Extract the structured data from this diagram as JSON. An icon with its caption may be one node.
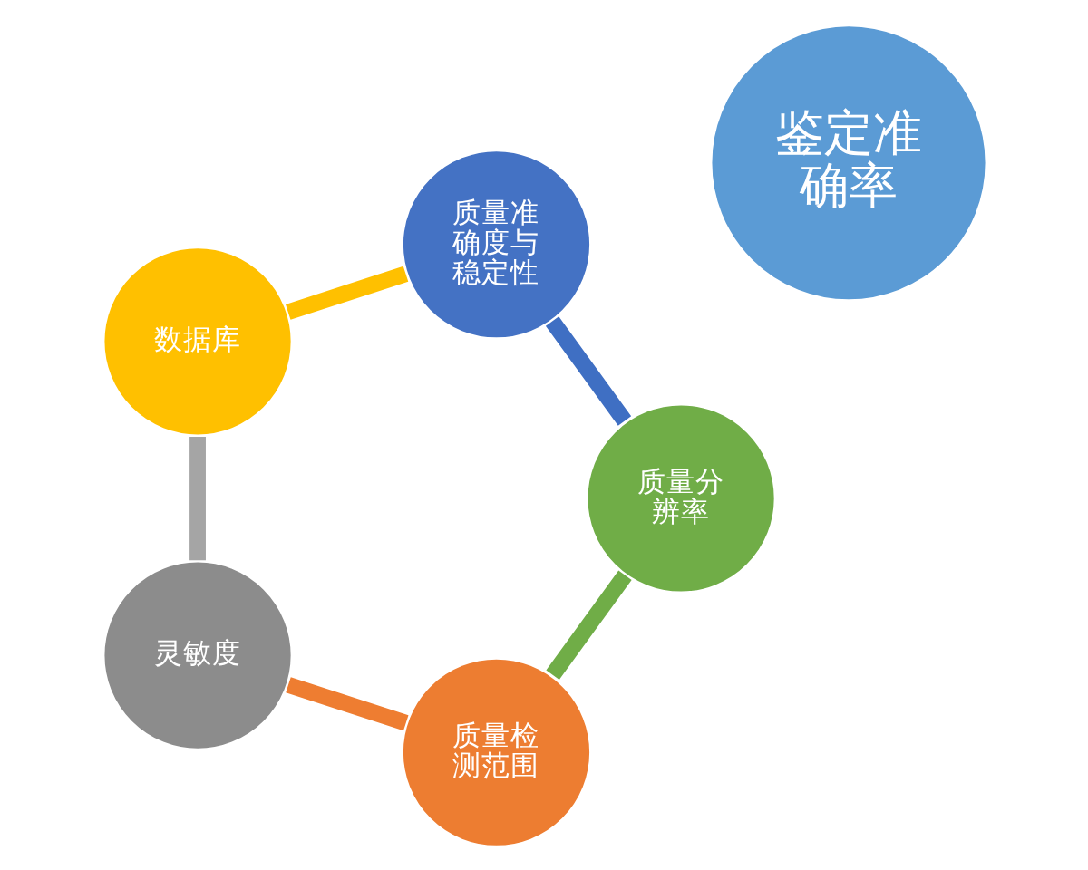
{
  "diagram": {
    "nodes": [
      {
        "text": [
          "质量检测范围"
        ]
      },
      {
        "text": [
          "质量分辨率"
        ]
      },
      {
        "text": [
          "鉴定准确率"
        ]
      },
      {
        "text": [
          "灵敏度"
        ]
      },
      {
        "text": [
          "质量准确度与稳定性"
        ]
      },
      {
        "text": [
          "数据库"
        ]
      }
    ],
    "edges": [
      {
        "from": 0,
        "to": 3,
        "arrow": "none",
        "color": "#ee7d31"
      },
      {
        "from": 3,
        "to": 5,
        "arrow": "none",
        "color": "#a5a5a5"
      },
      {
        "from": 5,
        "to": 4,
        "arrow": "none",
        "color": "#ffc000"
      },
      {
        "from": 4,
        "to": 1,
        "arrow": "none",
        "color": "#3f6fc3"
      },
      {
        "from": 1,
        "to": 0,
        "arrow": "none",
        "color": "#70ad47"
      }
    ]
  }
}
